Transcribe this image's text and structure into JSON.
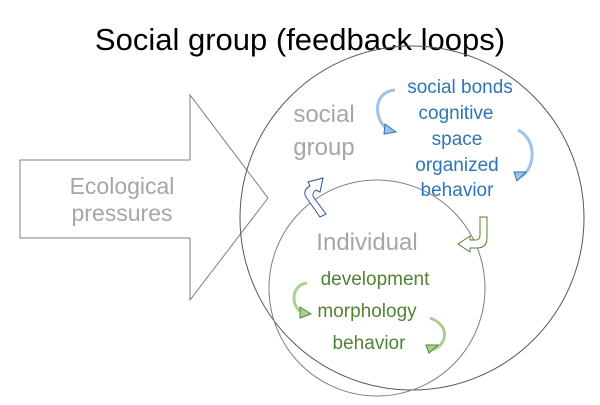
{
  "title": "Social group (feedback loops)",
  "arrow_label": [
    "Ecological",
    "pressures"
  ],
  "outer_label": [
    "social",
    "group"
  ],
  "inner_label": "Individual",
  "social_items": [
    "social bonds",
    "cognitive",
    "space",
    "organized",
    "behavior"
  ],
  "individual_items": [
    "development",
    "morphology",
    "behavior"
  ],
  "colors": {
    "blue": "#2e75b6",
    "green": "#548235",
    "gray": "#a6a6a6"
  }
}
